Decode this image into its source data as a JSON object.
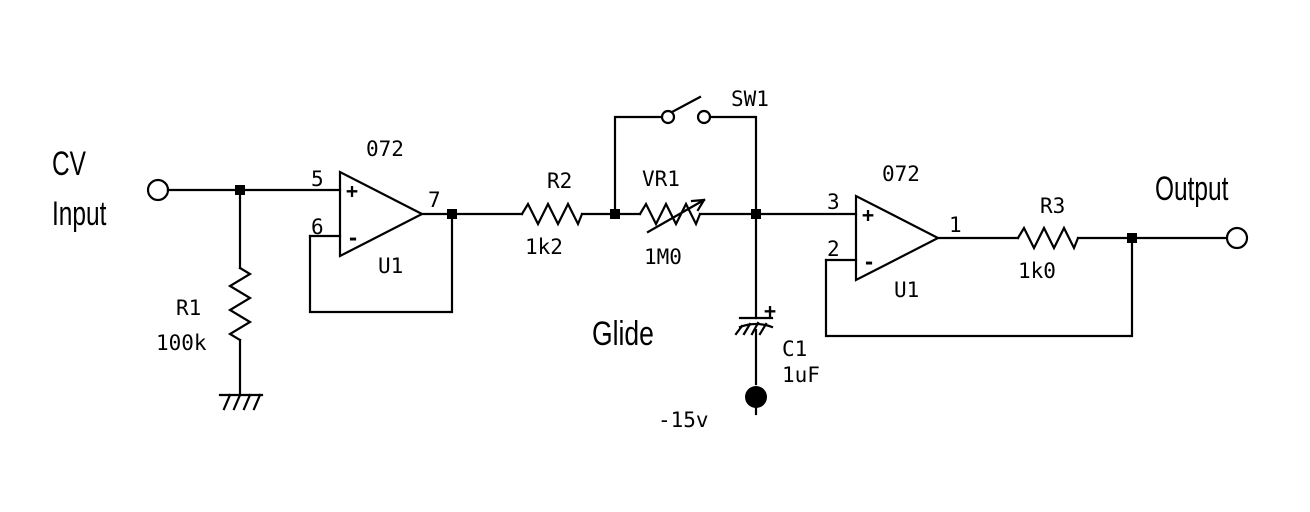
{
  "labels": {
    "cv_line1": "CV",
    "cv_line2": "Input",
    "output": "Output",
    "glide": "Glide",
    "supply": "-15v"
  },
  "components": {
    "u1a": {
      "type": "072",
      "ref": "U1",
      "pin_plus": "5",
      "pin_minus": "6",
      "pin_out": "7",
      "plus_sign": "+",
      "minus_sign": "-"
    },
    "u1b": {
      "type": "072",
      "ref": "U1",
      "pin_plus": "3",
      "pin_minus": "2",
      "pin_out": "1",
      "plus_sign": "+",
      "minus_sign": "-"
    },
    "r1": {
      "ref": "R1",
      "value": "100k"
    },
    "r2": {
      "ref": "R2",
      "value": "1k2"
    },
    "r3": {
      "ref": "R3",
      "value": "1k0"
    },
    "vr1": {
      "ref": "VR1",
      "value": "1M0"
    },
    "sw1": {
      "ref": "SW1"
    },
    "c1": {
      "ref": "C1",
      "value": "1uF",
      "polarity": "+"
    }
  }
}
